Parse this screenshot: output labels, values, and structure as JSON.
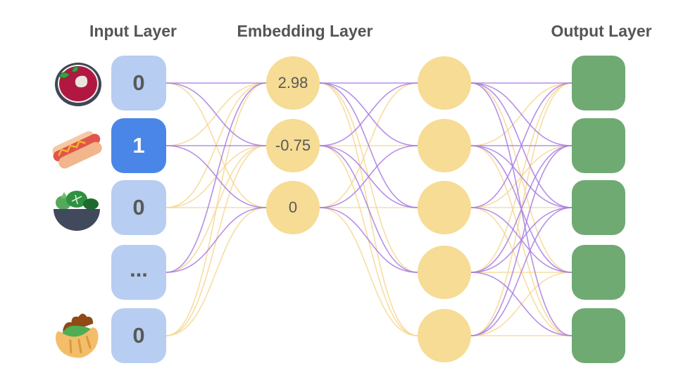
{
  "palette": {
    "purple": "#a87de0",
    "yellow": "#f6d792",
    "input_box": "#b7cdf1",
    "input_box_active": "#4a86e8",
    "embed_circle": "#f6dc94",
    "output_box": "#6faa73",
    "title_color": "#555555",
    "value_color": "#595959"
  },
  "layers": {
    "input": {
      "title": "Input Layer",
      "nodes": [
        {
          "label": "0",
          "icon": "borscht-soup",
          "active": false
        },
        {
          "label": "1",
          "icon": "hot-dog",
          "active": true
        },
        {
          "label": "0",
          "icon": "green-salad",
          "active": false
        },
        {
          "label": "...",
          "icon": null,
          "active": false
        },
        {
          "label": "0",
          "icon": "stuffed-flatbread",
          "active": false
        }
      ]
    },
    "embedding": {
      "title": "Embedding Layer",
      "nodes": [
        {
          "label": "2.98"
        },
        {
          "label": "-0.75"
        },
        {
          "label": "0"
        }
      ]
    },
    "hidden": {
      "nodes_count": 5
    },
    "output": {
      "title": "Output Layer",
      "nodes_count": 5
    }
  },
  "edges": {
    "input_to_embedding": [
      {
        "from": 0,
        "to": 0,
        "color": "purple"
      },
      {
        "from": 0,
        "to": 1,
        "color": "purple"
      },
      {
        "from": 0,
        "to": 2,
        "color": "yellow"
      },
      {
        "from": 1,
        "to": 0,
        "color": "yellow"
      },
      {
        "from": 1,
        "to": 1,
        "color": "purple"
      },
      {
        "from": 1,
        "to": 2,
        "color": "purple"
      },
      {
        "from": 2,
        "to": 0,
        "color": "yellow"
      },
      {
        "from": 2,
        "to": 1,
        "color": "yellow"
      },
      {
        "from": 2,
        "to": 2,
        "color": "yellow"
      },
      {
        "from": 3,
        "to": 0,
        "color": "purple"
      },
      {
        "from": 3,
        "to": 1,
        "color": "yellow"
      },
      {
        "from": 3,
        "to": 2,
        "color": "purple"
      },
      {
        "from": 4,
        "to": 0,
        "color": "yellow"
      },
      {
        "from": 4,
        "to": 1,
        "color": "yellow"
      },
      {
        "from": 4,
        "to": 2,
        "color": "yellow"
      }
    ],
    "embedding_to_hidden": [
      {
        "from": 0,
        "to": 0,
        "color": "purple"
      },
      {
        "from": 0,
        "to": 1,
        "color": "purple"
      },
      {
        "from": 0,
        "to": 2,
        "color": "purple"
      },
      {
        "from": 0,
        "to": 3,
        "color": "yellow"
      },
      {
        "from": 0,
        "to": 4,
        "color": "yellow"
      },
      {
        "from": 1,
        "to": 0,
        "color": "purple"
      },
      {
        "from": 1,
        "to": 1,
        "color": "yellow"
      },
      {
        "from": 1,
        "to": 2,
        "color": "purple"
      },
      {
        "from": 1,
        "to": 3,
        "color": "purple"
      },
      {
        "from": 1,
        "to": 4,
        "color": "yellow"
      },
      {
        "from": 2,
        "to": 0,
        "color": "yellow"
      },
      {
        "from": 2,
        "to": 1,
        "color": "purple"
      },
      {
        "from": 2,
        "to": 2,
        "color": "yellow"
      },
      {
        "from": 2,
        "to": 3,
        "color": "purple"
      },
      {
        "from": 2,
        "to": 4,
        "color": "yellow"
      }
    ],
    "hidden_to_output": [
      {
        "from": 0,
        "to": 0,
        "color": "purple"
      },
      {
        "from": 0,
        "to": 1,
        "color": "purple"
      },
      {
        "from": 0,
        "to": 2,
        "color": "purple"
      },
      {
        "from": 0,
        "to": 3,
        "color": "yellow"
      },
      {
        "from": 0,
        "to": 4,
        "color": "purple"
      },
      {
        "from": 1,
        "to": 0,
        "color": "yellow"
      },
      {
        "from": 1,
        "to": 1,
        "color": "purple"
      },
      {
        "from": 1,
        "to": 2,
        "color": "purple"
      },
      {
        "from": 1,
        "to": 3,
        "color": "purple"
      },
      {
        "from": 1,
        "to": 4,
        "color": "yellow"
      },
      {
        "from": 2,
        "to": 0,
        "color": "purple"
      },
      {
        "from": 2,
        "to": 1,
        "color": "yellow"
      },
      {
        "from": 2,
        "to": 2,
        "color": "yellow"
      },
      {
        "from": 2,
        "to": 3,
        "color": "purple"
      },
      {
        "from": 2,
        "to": 4,
        "color": "yellow"
      },
      {
        "from": 3,
        "to": 0,
        "color": "yellow"
      },
      {
        "from": 3,
        "to": 1,
        "color": "purple"
      },
      {
        "from": 3,
        "to": 2,
        "color": "purple"
      },
      {
        "from": 3,
        "to": 3,
        "color": "yellow"
      },
      {
        "from": 3,
        "to": 4,
        "color": "purple"
      },
      {
        "from": 4,
        "to": 0,
        "color": "yellow"
      },
      {
        "from": 4,
        "to": 1,
        "color": "purple"
      },
      {
        "from": 4,
        "to": 2,
        "color": "purple"
      },
      {
        "from": 4,
        "to": 3,
        "color": "yellow"
      },
      {
        "from": 4,
        "to": 4,
        "color": "yellow"
      }
    ]
  }
}
